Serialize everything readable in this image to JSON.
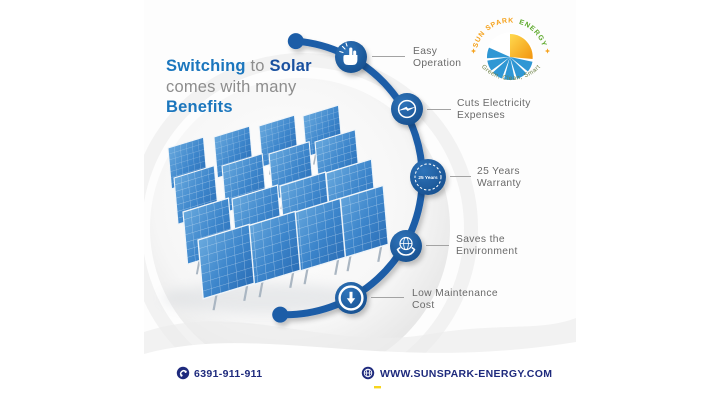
{
  "poster": {
    "title": {
      "lead": "Switching",
      "mid": "to",
      "highlight": "Solar",
      "line2": "comes with many",
      "line3": "Benefits"
    },
    "benefits": [
      {
        "line1": "Easy",
        "line2": "Operation",
        "icon": "tap-hand-icon"
      },
      {
        "line1": "Cuts Electricity",
        "line2": "Expenses",
        "icon": "lightning-circle-icon"
      },
      {
        "line1": "25 Years",
        "line2": "Warranty",
        "icon": "warranty-badge-icon",
        "badge": "25 Years"
      },
      {
        "line1": "Saves the",
        "line2": "Environment",
        "icon": "hands-globe-icon"
      },
      {
        "line1": "Low Maintenance",
        "line2": "Cost",
        "icon": "down-arrow-shield-icon"
      }
    ],
    "logo": {
      "brand_left": "SUN SPARK",
      "brand_right": "ENERGY",
      "tagline": "Green, Clean, Smart"
    },
    "footer": {
      "phone": "6391-911-911",
      "website": "WWW.SUNSPARK-ENERGY.COM"
    },
    "colors": {
      "arc_blue": "#1d5da7",
      "title_blue": "#1b76bd",
      "title_navy": "#19509f",
      "muted_gray": "#8d8d8d",
      "label_gray": "#6a6a6a",
      "panel_blue_light": "#5fa2dc",
      "panel_blue_dark": "#2a6db5",
      "footer_navy": "#1e2a7d",
      "logo_orange": "#f5a21b",
      "logo_green": "#5ba829",
      "logo_sky": "#2f97d4",
      "tagline_green": "#6d8146"
    }
  }
}
